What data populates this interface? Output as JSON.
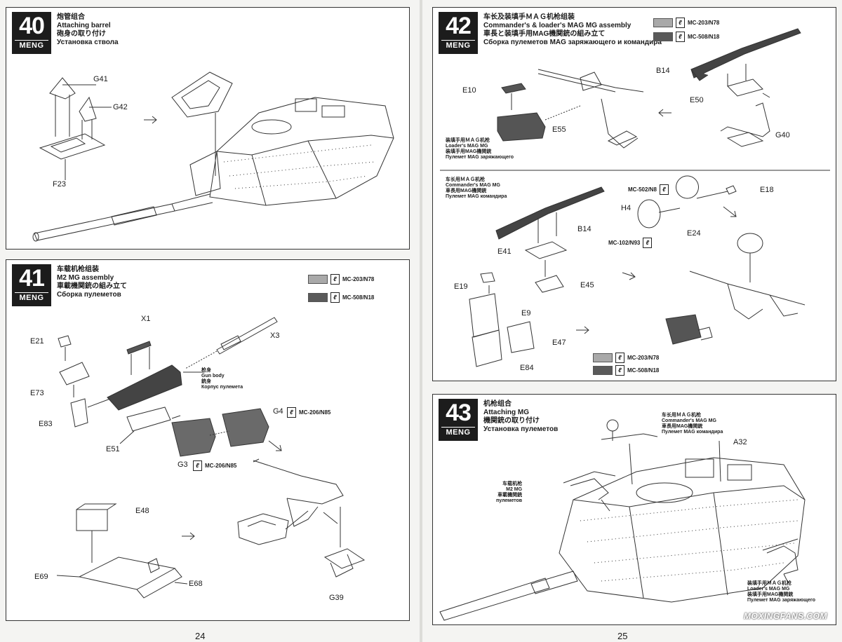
{
  "steps": {
    "s40": {
      "number": "40",
      "brand": "MENG",
      "title_cn": "炮管组合",
      "title_en": "Attaching barrel",
      "title_jp": "砲身の取り付け",
      "title_ru": "Установка ствола",
      "labels": {
        "g41": "G41",
        "g42": "G42",
        "f23": "F23"
      }
    },
    "s41": {
      "number": "41",
      "brand": "MENG",
      "title_cn": "车载机枪组装",
      "title_en": "M2 MG assembly",
      "title_jp": "車載機関銃の組み立て",
      "title_ru": "Сборка пулеметов",
      "paints": [
        {
          "code": "MC-203/N78",
          "color": "#a9a9a9"
        },
        {
          "code": "MC-508/N18",
          "color": "#5a5a5a"
        }
      ],
      "paint_g4": "MC-206/N85",
      "paint_g3": "MC-206/N85",
      "gun_body": {
        "cn": "枪身",
        "en": "Gun body",
        "jp": "銃身",
        "ru": "Корпус пулемета"
      },
      "labels": {
        "x1": "X1",
        "x3": "X3",
        "e21": "E21",
        "e73": "E73",
        "e83": "E83",
        "e51": "E51",
        "g4": "G4",
        "g3": "G3",
        "e48": "E48",
        "e69": "E69",
        "e68": "E68",
        "g39": "G39"
      }
    },
    "s42": {
      "number": "42",
      "brand": "MENG",
      "title_cn": "车长及装填手ＭＡＧ机枪组装",
      "title_en": "Commander's & loader's MAG MG assembly",
      "title_jp": "車長と装填手用MAG機関銃の組み立て",
      "title_ru": "Сборка пулеметов MAG заряжающего и командира",
      "paints_top": [
        {
          "code": "MC-203/N78",
          "color": "#a9a9a9"
        },
        {
          "code": "MC-508/N18",
          "color": "#5a5a5a"
        }
      ],
      "paints_bottom": [
        {
          "code": "MC-203/N78",
          "color": "#a9a9a9"
        },
        {
          "code": "MC-508/N18",
          "color": "#5a5a5a"
        }
      ],
      "paint_h4": "MC-502/N8",
      "paint_e24": "MC-102/N93",
      "loader": {
        "cn": "装填手用ＭＡＧ机枪",
        "en": "Loader's MAG MG",
        "jp": "装填手用MAG機関銃",
        "ru": "Пулемет MAG заряжающего"
      },
      "commander": {
        "cn": "车长用ＭＡＧ机枪",
        "en": "Commander's MAG MG",
        "jp": "車長用MAG機関銃",
        "ru": "Пулемет MAG командира"
      },
      "labels": {
        "b14a": "B14",
        "e10": "E10",
        "e55": "E55",
        "e50": "E50",
        "g40": "G40",
        "e18": "E18",
        "h4": "H4",
        "b14b": "B14",
        "e24": "E24",
        "e41": "E41",
        "e45": "E45",
        "e19": "E19",
        "e9": "E9",
        "e47": "E47",
        "e84": "E84"
      }
    },
    "s43": {
      "number": "43",
      "brand": "MENG",
      "title_cn": "机枪组合",
      "title_en": "Attaching MG",
      "title_jp": "機関銃の取り付け",
      "title_ru": "Установка пулеметов",
      "commander": {
        "cn": "车长用ＭＡＧ机枪",
        "en": "Commander's MAG MG",
        "jp": "車長用MAG機関銃",
        "ru": "Пулемет MAG командира"
      },
      "m2": {
        "cn": "车载机枪",
        "en": "M2 MG",
        "jp": "車載機関銃",
        "ru": "пулеметов"
      },
      "loader": {
        "cn": "装填手用ＭＡＧ机枪",
        "en": "Loader's MAG MG",
        "jp": "装填手用MAG機関銃",
        "ru": "Пулемет MAG заряжающего"
      },
      "labels": {
        "a32": "A32"
      }
    }
  },
  "page_numbers": {
    "left": "24",
    "right": "25"
  },
  "watermark": "MOXINGFANS.COM"
}
